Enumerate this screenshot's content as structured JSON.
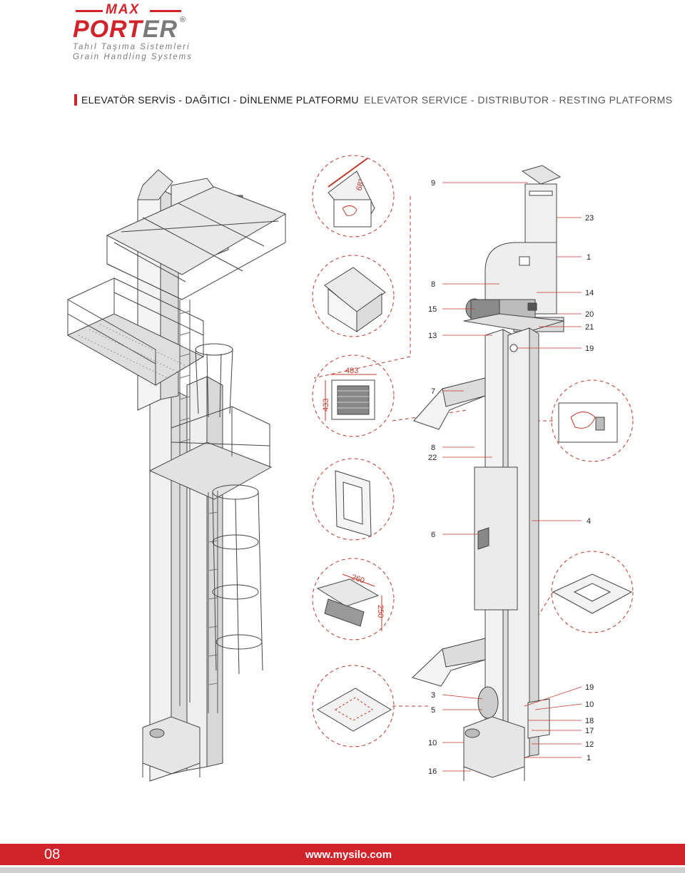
{
  "brand": {
    "logo_top": "MAX",
    "logo_main_a": "PORT",
    "logo_main_b": "ER",
    "registered": "®",
    "tagline_tr": "Tahıl Taşıma Sistemleri",
    "tagline_en": "Grain Handling Systems",
    "brand_red": "#d1232a",
    "brand_grey": "#7a7a7a"
  },
  "header": {
    "title_tr": "ELEVATÖR SERVİS - DAĞITICI - DİNLENME PLATFORMU",
    "title_en": "ELEVATOR SERVICE - DISTRIBUTOR - RESTING PLATFORMS"
  },
  "drawing": {
    "dimensions": {
      "angle": "68°",
      "width_483": "483",
      "height_433": "433",
      "width_260": "260",
      "height_250": "250"
    },
    "callouts_left": {
      "c9": "9",
      "c8a": "8",
      "c15": "15",
      "c13": "13",
      "c7": "7",
      "c8b": "8",
      "c22": "22",
      "c6": "6",
      "c3": "3",
      "c5": "5",
      "c10": "10",
      "c16": "16"
    },
    "callouts_right": {
      "c23": "23",
      "c1a": "1",
      "c14": "14",
      "c20": "20",
      "c21": "21",
      "c19a": "19",
      "c4": "4",
      "c19b": "19",
      "c10": "10",
      "c18": "18",
      "c17": "17",
      "c12": "12",
      "c1b": "1"
    }
  },
  "footer": {
    "page_number": "08",
    "website": "www.mysilo.com"
  }
}
